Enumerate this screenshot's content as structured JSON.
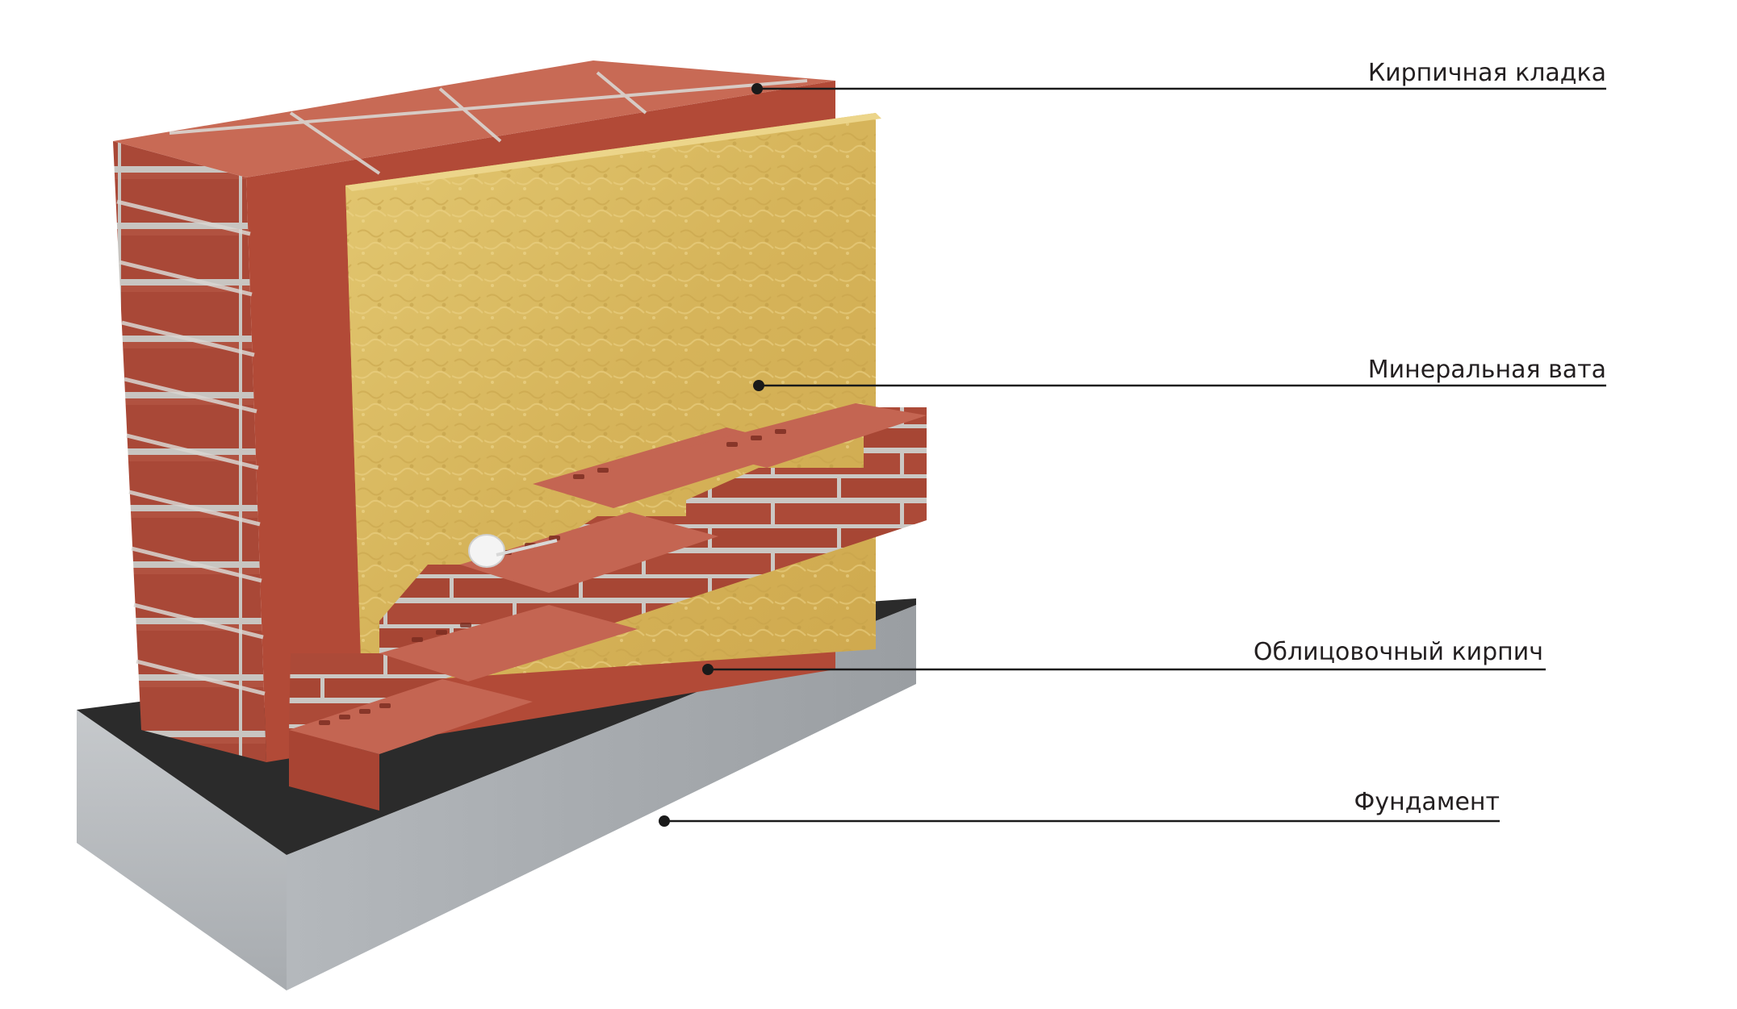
{
  "labels": {
    "brick_masonry": "Кирпичная кладка",
    "mineral_wool": "Минеральная вата",
    "facing_brick": "Облицовочный кирпич",
    "foundation": "Фундамент"
  },
  "colors": {
    "brick": "#b9503d",
    "brick_dark": "#8f3526",
    "brick_top": "#c86a55",
    "mortar": "#d9d6d2",
    "wool": "#d9b85a",
    "wool_edge": "#c9a246",
    "concrete": "#b9bdc1",
    "concrete_dark": "#9a9ea3",
    "membrane": "#2b2b2b",
    "line": "#1a1a1a"
  }
}
